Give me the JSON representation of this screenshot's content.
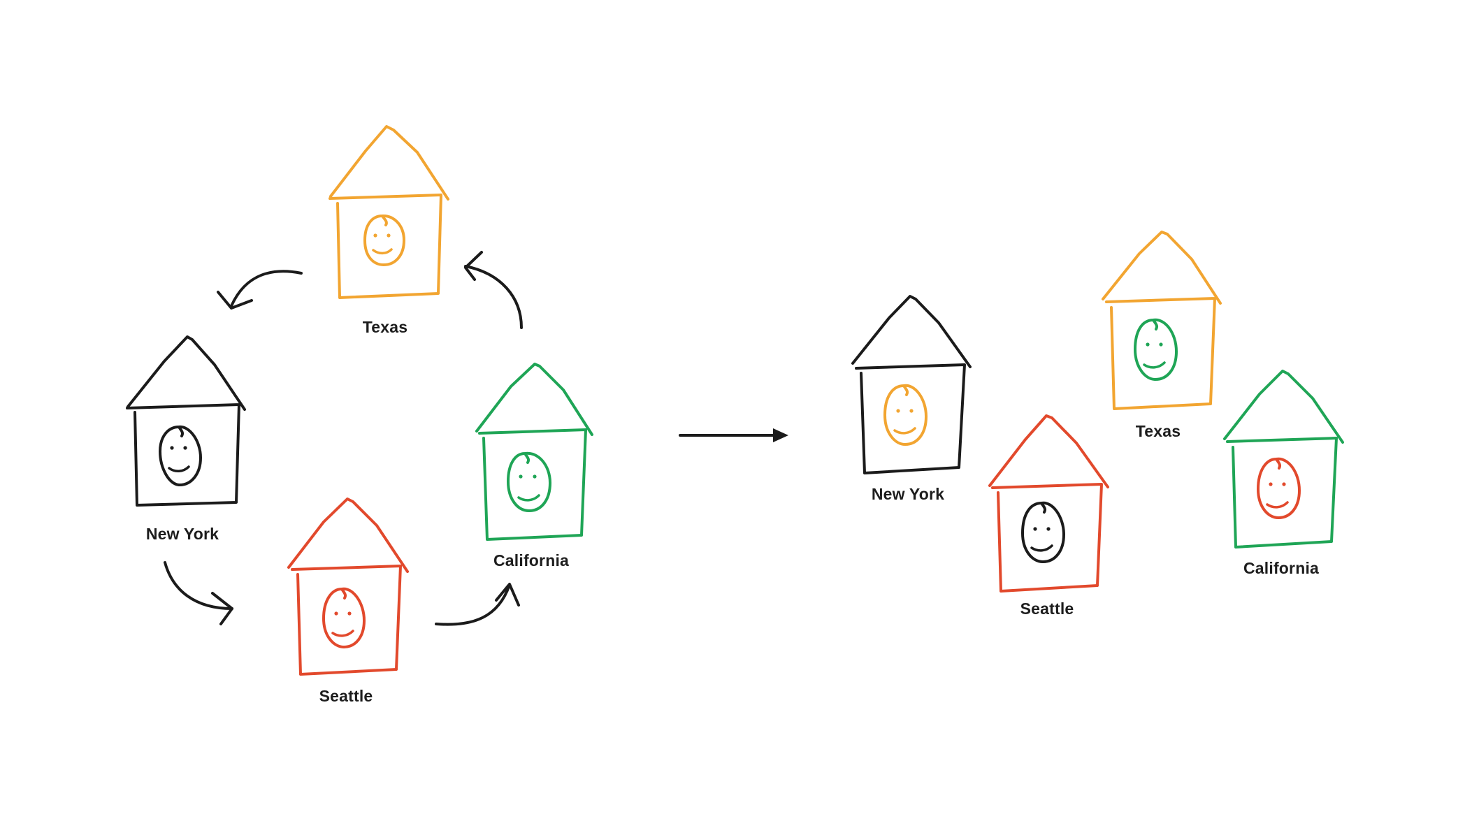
{
  "colors": {
    "black": "#1b1b1b",
    "orange": "#f2a531",
    "green": "#1fa556",
    "red": "#e2492c"
  },
  "before": {
    "houses": [
      {
        "label": "Texas",
        "house_color": "orange",
        "face_color": "orange"
      },
      {
        "label": "New York",
        "house_color": "black",
        "face_color": "black"
      },
      {
        "label": "California",
        "house_color": "green",
        "face_color": "green"
      },
      {
        "label": "Seattle",
        "house_color": "red",
        "face_color": "red"
      }
    ],
    "cycle_arrow_color": "black"
  },
  "transition_arrow": {
    "color": "black",
    "icon": "right-arrow-icon"
  },
  "after": {
    "houses": [
      {
        "label": "New York",
        "house_color": "black",
        "face_color": "orange"
      },
      {
        "label": "Texas",
        "house_color": "orange",
        "face_color": "green"
      },
      {
        "label": "Seattle",
        "house_color": "red",
        "face_color": "black"
      },
      {
        "label": "California",
        "house_color": "green",
        "face_color": "red"
      }
    ]
  }
}
